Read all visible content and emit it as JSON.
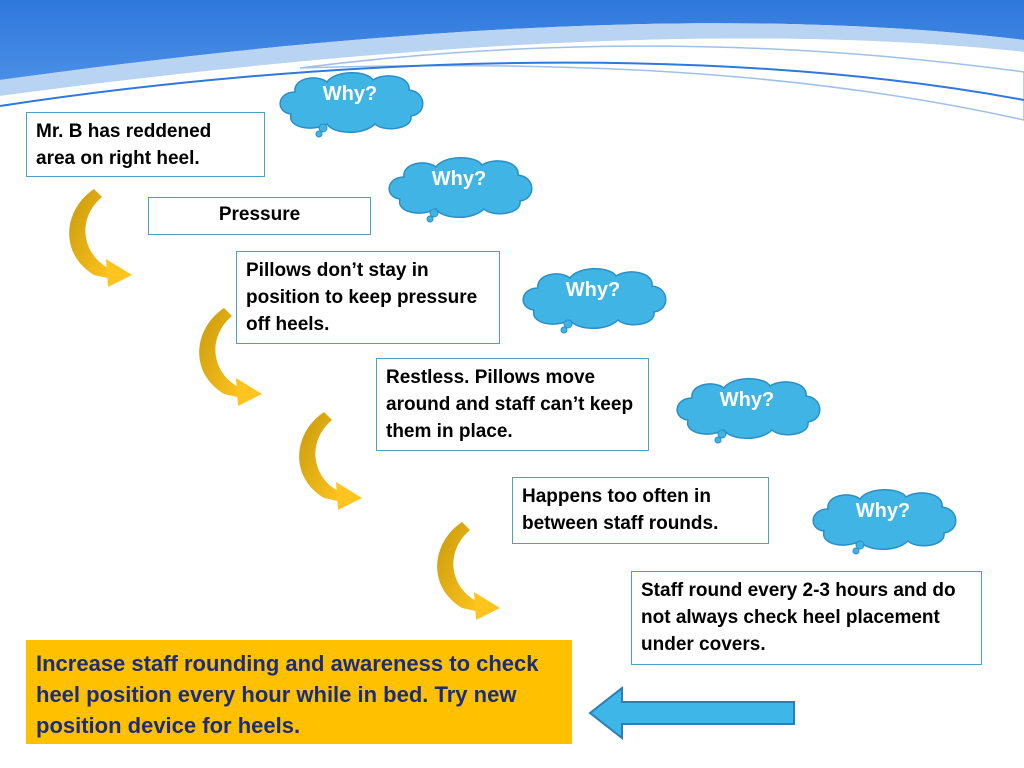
{
  "steps": [
    {
      "text": "Mr. B has reddened area on right heel."
    },
    {
      "text": "Pressure"
    },
    {
      "text": "Pillows don’t stay in position to keep pressure off heels."
    },
    {
      "text": "Restless. Pillows move around and staff can’t keep them in place."
    },
    {
      "text": "Happens too often in between staff rounds."
    },
    {
      "text": "Staff round every 2-3 hours and do not always check heel placement under covers."
    }
  ],
  "why_label": "Why?",
  "conclusion": "Increase staff rounding and awareness to check heel position every hour while in bed. Try new position device for heels.",
  "colors": {
    "header_blue": "#3d86e0",
    "box_border": "#4ea0c4",
    "cloud_fill": "#41b4e6",
    "curve_gold": "#e2b011",
    "conclusion_bg": "#ffc000",
    "conclusion_text": "#1b2d7a",
    "back_arrow": "#3fb6e8"
  }
}
